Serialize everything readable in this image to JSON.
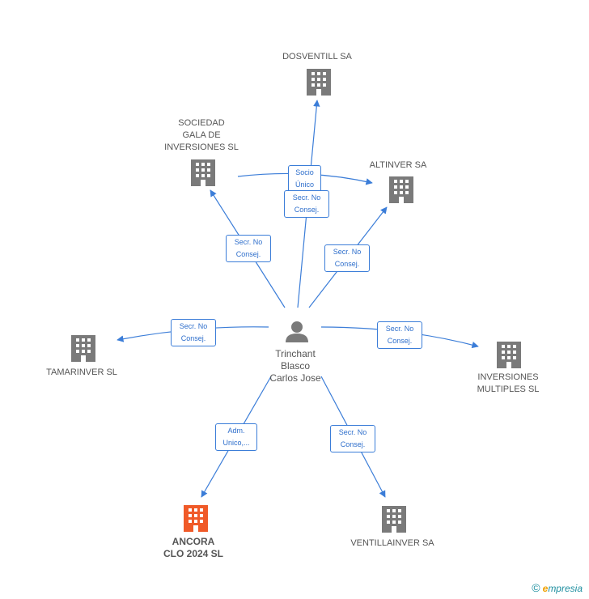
{
  "colors": {
    "edge": "#3b7dd8",
    "building": "#7a7a7a",
    "building_focus": "#f05a28",
    "person": "#7a7a7a"
  },
  "person": {
    "name": "Trinchant\nBlasco\nCarlos Jose",
    "icon": "person-icon"
  },
  "companies": [
    {
      "id": "dosventill",
      "name": "DOSVENTILL SA",
      "icon": "building-icon",
      "focus": false
    },
    {
      "id": "sociedad-gala",
      "name": "SOCIEDAD\nGALA DE\nINVERSIONES SL",
      "icon": "building-icon",
      "focus": false
    },
    {
      "id": "altinver",
      "name": "ALTINVER SA",
      "icon": "building-icon",
      "focus": false
    },
    {
      "id": "tamarinver",
      "name": "TAMARINVER SL",
      "icon": "building-icon",
      "focus": false
    },
    {
      "id": "inversiones-multiples",
      "name": "INVERSIONES\nMULTIPLES SL",
      "icon": "building-icon",
      "focus": false
    },
    {
      "id": "ancora",
      "name": "ANCORA\nCLO 2024  SL",
      "icon": "building-icon",
      "focus": true
    },
    {
      "id": "ventillainver",
      "name": "VENTILLAINVER SA",
      "icon": "building-icon",
      "focus": false
    }
  ],
  "edges": [
    {
      "id": "e-dosventill",
      "label": "Secr.  No\nConsej."
    },
    {
      "id": "e-sociedad",
      "label": "Secr.  No\nConsej."
    },
    {
      "id": "e-socio",
      "label": "Socio\nÚnico"
    },
    {
      "id": "e-altinver",
      "label": "Secr.  No\nConsej."
    },
    {
      "id": "e-tamarinver",
      "label": "Secr.  No\nConsej."
    },
    {
      "id": "e-inversiones",
      "label": "Secr.  No\nConsej."
    },
    {
      "id": "e-ancora",
      "label": "Adm.\nUnico,..."
    },
    {
      "id": "e-ventillainver",
      "label": "Secr.  No\nConsej."
    }
  ],
  "brand": {
    "copyright": "©",
    "initial": "e",
    "rest": "mpresia"
  }
}
